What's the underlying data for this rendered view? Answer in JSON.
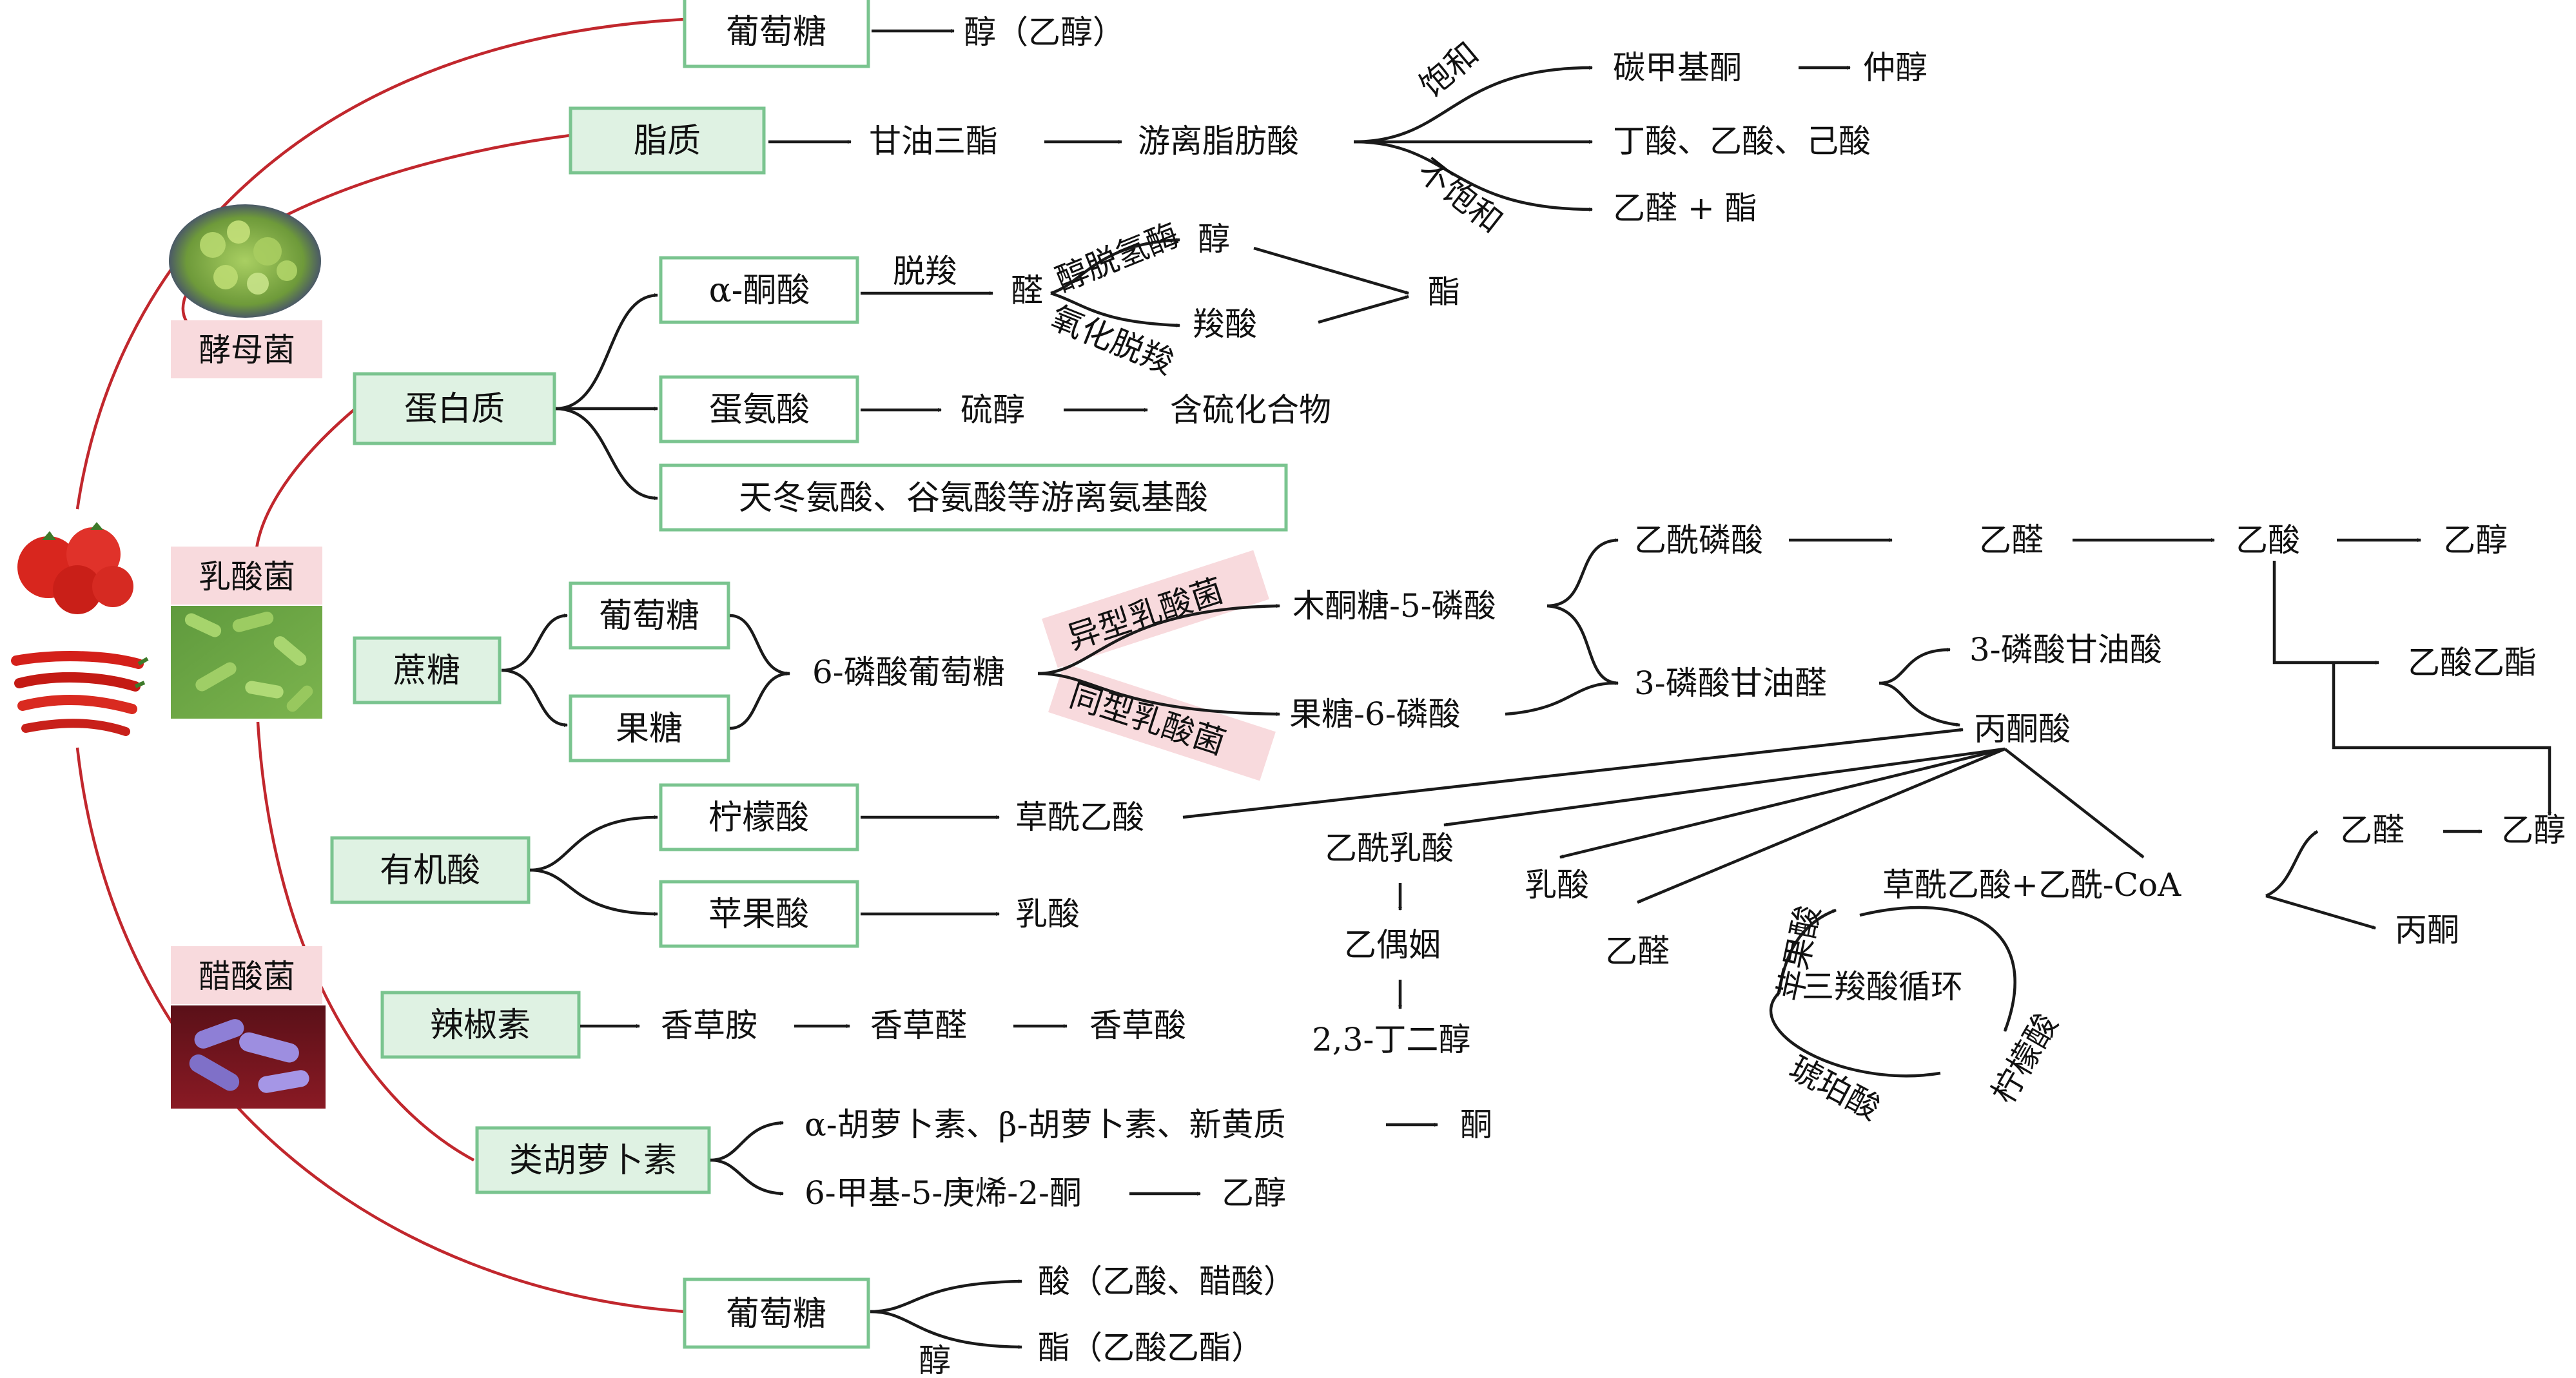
{
  "diagram": {
    "colors": {
      "box_fill": "#dff2e3",
      "box_border": "#7ac48f",
      "label_pink": "#f8dadd",
      "curve_red": "#c1272d",
      "arrow": "#1a1a1a"
    },
    "microbes": {
      "yeast": "酵母菌",
      "lactic": "乳酸菌",
      "acetic": "醋酸菌"
    },
    "top_glucose": {
      "box": "葡萄糖",
      "product": "醇（乙醇）"
    },
    "lipid": {
      "box": "脂质",
      "step1": "甘油三酯",
      "step2": "游离脂肪酸",
      "branch_saturated": "饱和",
      "branch_unsaturated": "不饱和",
      "out1": "碳甲基酮",
      "out1b": "仲醇",
      "out2": "丁酸、乙酸、己酸",
      "out3": "乙醛 + 酯"
    },
    "protein": {
      "box": "蛋白质",
      "keto": "α-酮酸",
      "decarb": "脱羧",
      "aldehyde": "醛",
      "dehydrogenase": "醇脱氢酶",
      "oxid": "氧化脱羧",
      "alcohol": "醇",
      "carboxylic": "羧酸",
      "ester": "酯",
      "methionine": "蛋氨酸",
      "thiol": "硫醇",
      "sulfur": "含硫化合物",
      "amino": "天冬氨酸、谷氨酸等游离氨基酸"
    },
    "sucrose": {
      "box": "蔗糖",
      "glucose": "葡萄糖",
      "fructose": "果糖",
      "g6p": "6-磷酸葡萄糖",
      "hetero": "异型乳酸菌",
      "homo": "同型乳酸菌",
      "x5p": "木酮糖-5-磷酸",
      "f6p": "果糖-6-磷酸",
      "acetylp": "乙酰磷酸",
      "acetaldehyde": "乙醛",
      "acetic": "乙酸",
      "ethanol": "乙醇",
      "ethylacetate": "乙酸乙酯",
      "g3p": "3-磷酸甘油醛",
      "glyceric": "3-磷酸甘油酸",
      "pyruvate": "丙酮酸"
    },
    "organic_acid": {
      "box": "有机酸",
      "citric": "柠檬酸",
      "oxaloacetate": "草酰乙酸",
      "malic": "苹果酸",
      "lactic": "乳酸"
    },
    "pyruvate_fate": {
      "acetolactate": "乙酰乳酸",
      "diacetyl": "乙偶姻",
      "butanediol": "2,3-丁二醇",
      "lactic": "乳酸",
      "acetaldehyde": "乙醛",
      "oxac_coa": "草酰乙酸+乙酰-CoA",
      "tca": "三羧酸循环",
      "malic": "苹果酸",
      "citric": "柠檬酸",
      "succinic": "琥珀酸",
      "r_acetaldehyde": "乙醛",
      "r_ethanol": "乙醇",
      "acetone": "丙酮"
    },
    "capsaicin": {
      "box": "辣椒素",
      "s1": "香草胺",
      "s2": "香草醛",
      "s3": "香草酸"
    },
    "carotenoid": {
      "box": "类胡萝卜素",
      "line1": "α-胡萝卜素、β-胡萝卜素、新黄质",
      "line1_out": "酮",
      "line2": "6-甲基-5-庚烯-2-酮",
      "line2_out": "乙醇"
    },
    "bottom_glucose": {
      "box": "葡萄糖",
      "acid": "酸（乙酸、醋酸）",
      "ester": "酯（乙酸乙酯）",
      "alcohol_label": "醇"
    }
  }
}
